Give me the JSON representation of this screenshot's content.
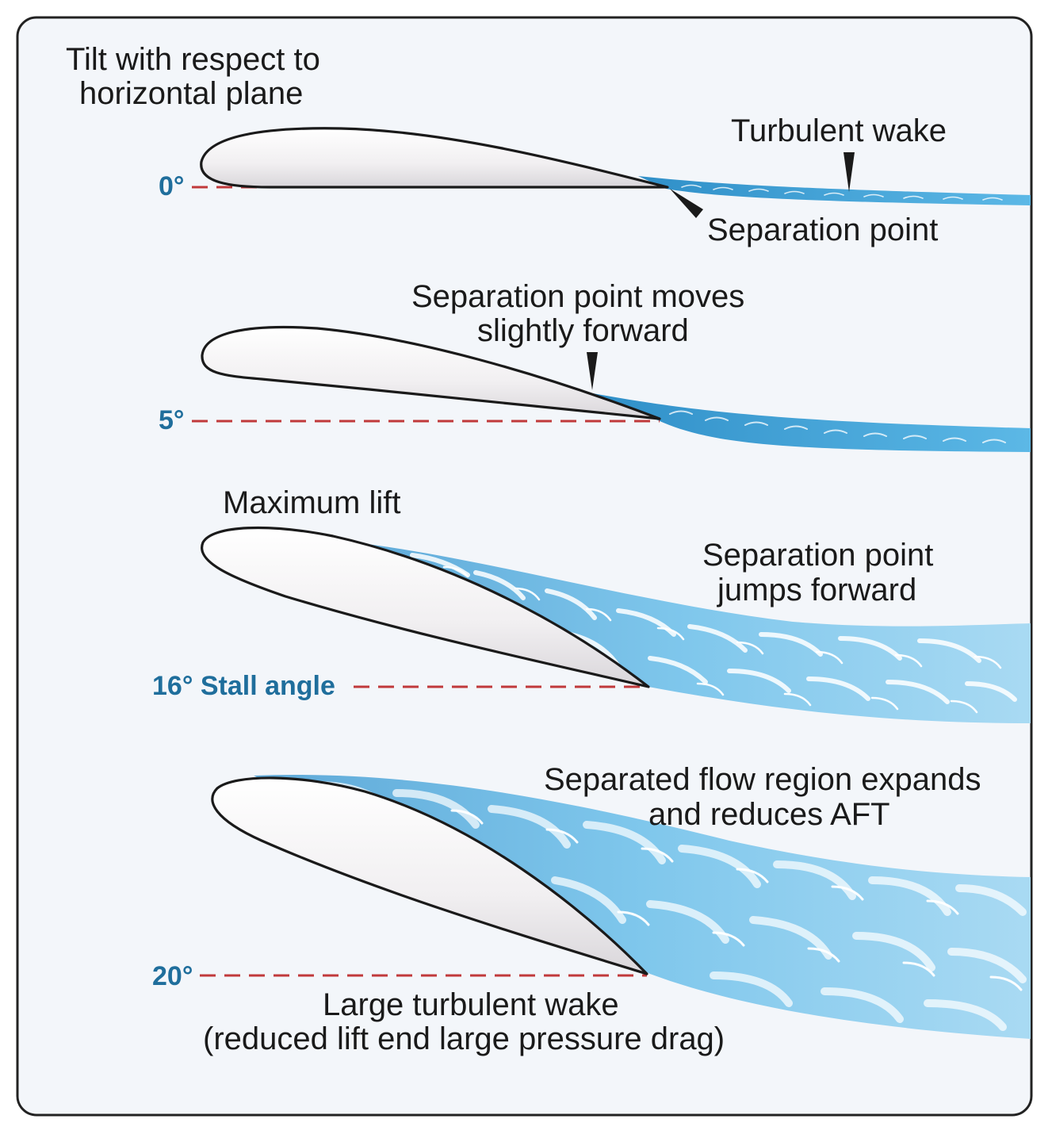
{
  "title": "Tilt with respect to\nhorizontal plane",
  "colors": {
    "panel_bg": "#f3f6fa",
    "panel_border": "#222222",
    "angle_text": "#1f6e9c",
    "reference_line": "#c0393b",
    "wake_dark": "#3a9fd6",
    "wake_light": "#a9daf3"
  },
  "panels": [
    {
      "angle_label": "0°",
      "annotations": [
        "Turbulent wake",
        "Separation point"
      ]
    },
    {
      "angle_label": "5°",
      "annotations": [
        "Separation point moves\nslightly forward"
      ]
    },
    {
      "angle_label": "16° Stall angle",
      "annotations": [
        "Maximum lift",
        "Separation point\njumps forward"
      ]
    },
    {
      "angle_label": "20°",
      "annotations": [
        "Separated flow region expands\nand reduces AFT",
        "Large turbulent wake\n(reduced lift end large pressure drag)"
      ]
    }
  ]
}
